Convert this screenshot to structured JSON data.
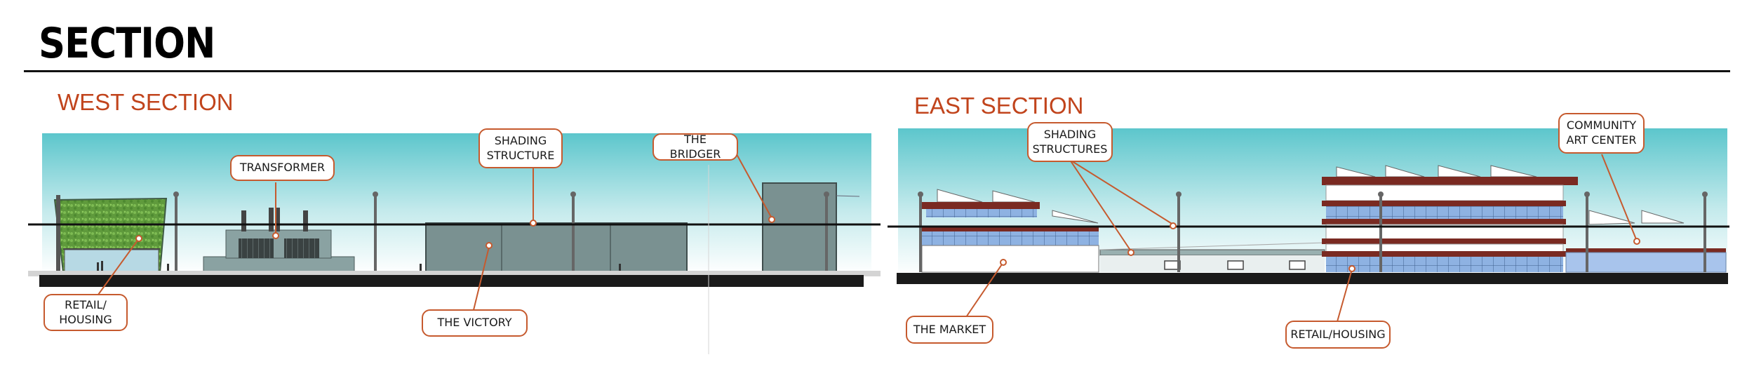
{
  "page": {
    "title": "SECTION"
  },
  "colors": {
    "accent": "#c1441c",
    "callout_border": "#c65a2e",
    "building_gray": "#7a9191",
    "sky_top": "#5cc6cc",
    "roof_red": "#7a2a22",
    "glass_blue": "#8eb2e2"
  },
  "west": {
    "heading": "WEST SECTION",
    "callouts": {
      "transformer": "TRANSFORMER",
      "shading_structure": "SHADING\nSTRUCTURE",
      "the_bridger": "THE BRIDGER",
      "retail_housing": "RETAIL/\nHOUSING",
      "the_victory": "THE VICTORY"
    }
  },
  "east": {
    "heading": "EAST SECTION",
    "callouts": {
      "shading_structures": "SHADING\nSTRUCTURES",
      "community_art_center": "COMMUNITY\nART CENTER",
      "the_market": "THE MARKET",
      "retail_housing": "RETAIL/HOUSING"
    }
  }
}
